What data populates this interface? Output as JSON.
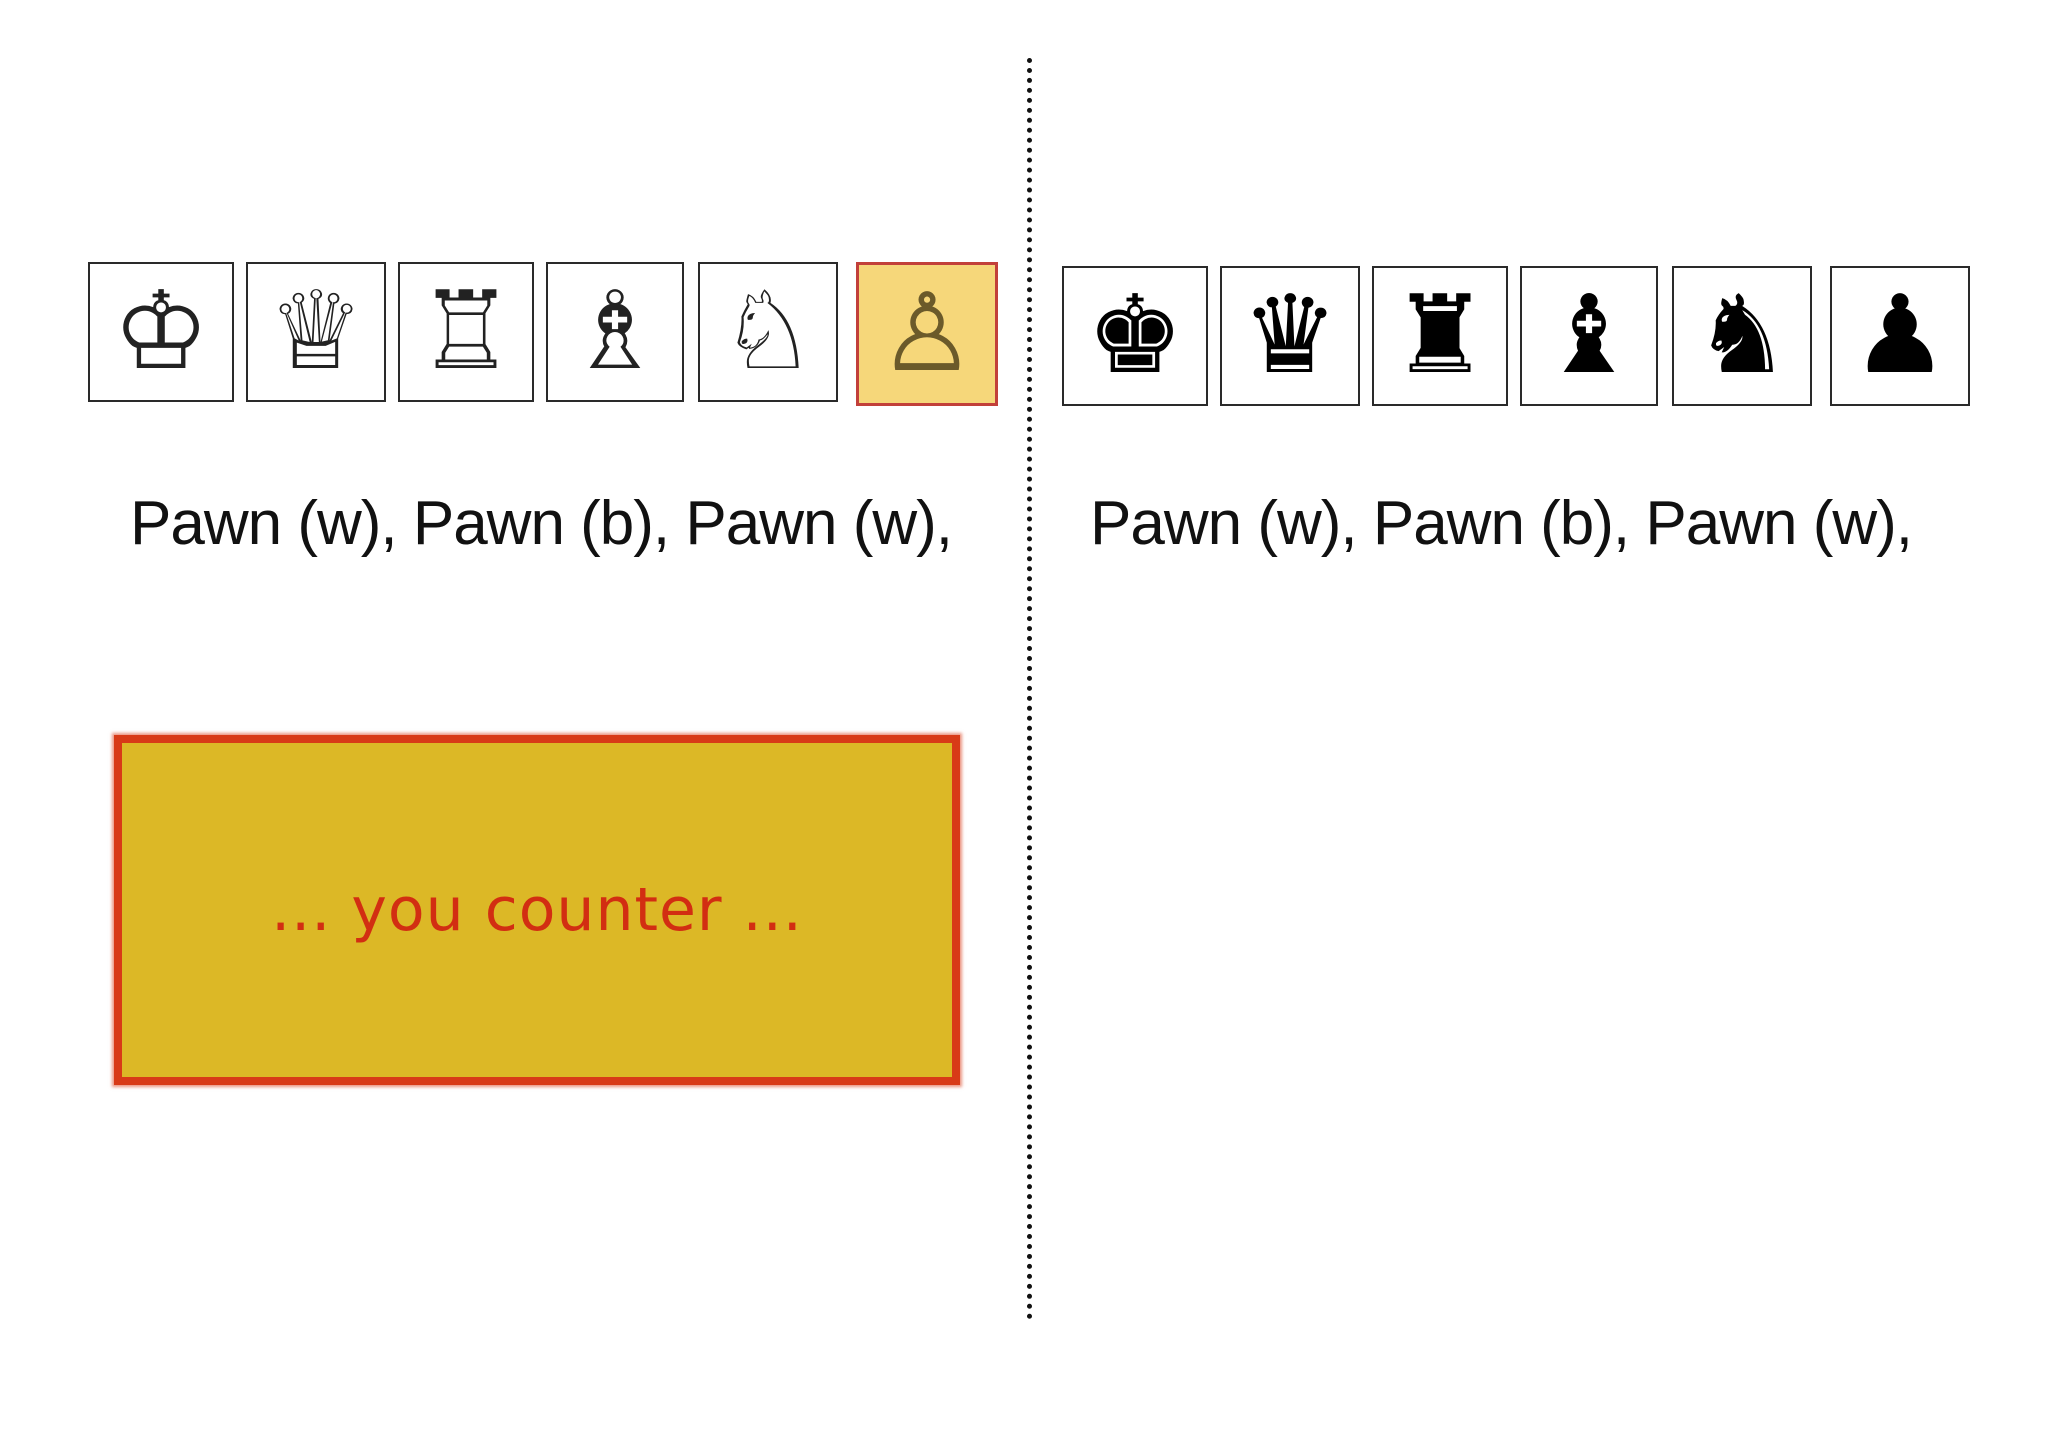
{
  "left_panel": {
    "pieces": [
      {
        "name": "king",
        "color": "white",
        "glyph": "♔",
        "icon": "white-king-icon",
        "highlighted": false
      },
      {
        "name": "queen",
        "color": "white",
        "glyph": "♕",
        "icon": "white-queen-icon",
        "highlighted": false
      },
      {
        "name": "rook",
        "color": "white",
        "glyph": "♖",
        "icon": "white-rook-icon",
        "highlighted": false
      },
      {
        "name": "bishop",
        "color": "white",
        "glyph": "♗",
        "icon": "white-bishop-icon",
        "highlighted": false
      },
      {
        "name": "knight",
        "color": "white",
        "glyph": "♘",
        "icon": "white-knight-icon",
        "highlighted": false
      },
      {
        "name": "pawn",
        "color": "white",
        "glyph": "♙",
        "icon": "white-pawn-icon",
        "highlighted": true
      }
    ],
    "caption": "Pawn (w), Pawn (b), Pawn (w),"
  },
  "right_panel": {
    "pieces": [
      {
        "name": "king",
        "color": "black",
        "glyph": "♚",
        "icon": "black-king-icon",
        "highlighted": false
      },
      {
        "name": "queen",
        "color": "black",
        "glyph": "♛",
        "icon": "black-queen-icon",
        "highlighted": false
      },
      {
        "name": "rook",
        "color": "black",
        "glyph": "♜",
        "icon": "black-rook-icon",
        "highlighted": false
      },
      {
        "name": "bishop",
        "color": "black",
        "glyph": "♝",
        "icon": "black-bishop-icon",
        "highlighted": false
      },
      {
        "name": "knight",
        "color": "black",
        "glyph": "♞",
        "icon": "black-knight-icon",
        "highlighted": false
      },
      {
        "name": "pawn",
        "color": "black",
        "glyph": "♟",
        "icon": "black-pawn-icon",
        "highlighted": false
      }
    ],
    "caption": "Pawn (w), Pawn (b), Pawn (w),"
  },
  "callout": {
    "text": "... you counter ...",
    "fill_color": "#dcb826",
    "border_color": "#d83a17",
    "text_color": "#d22e12"
  },
  "colors": {
    "highlight_fill": "#f6d77a",
    "highlight_border": "#c2403a"
  }
}
